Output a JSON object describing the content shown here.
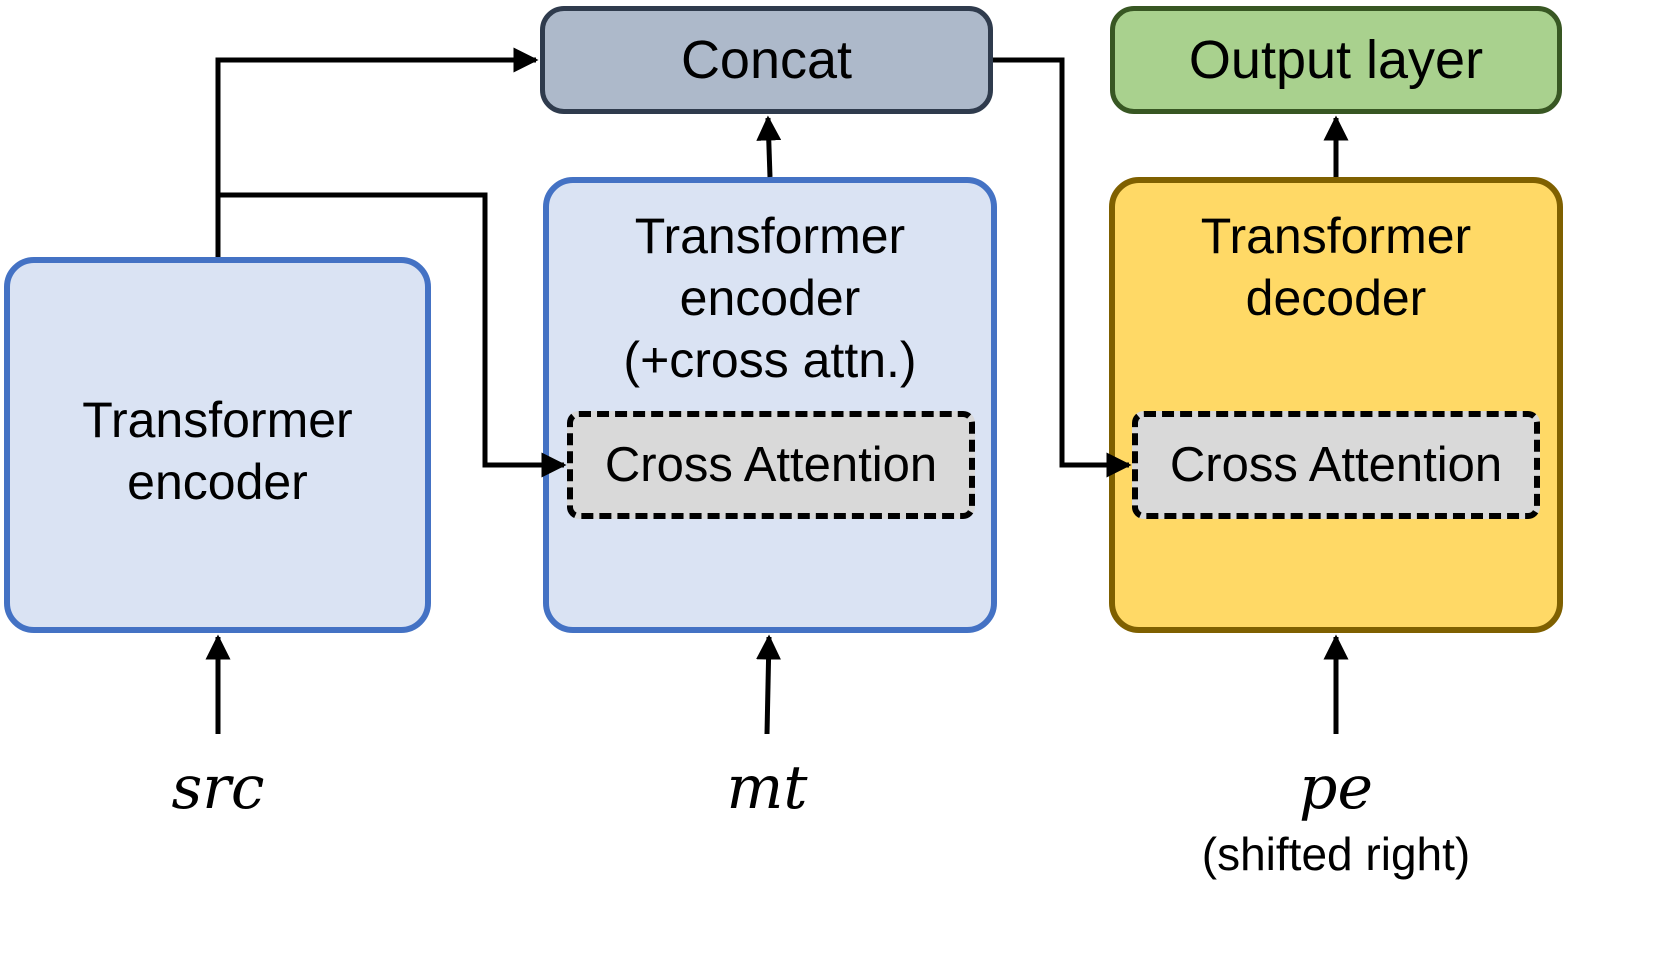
{
  "colors": {
    "encoder_fill": "#dae3f3",
    "encoder_border": "#4472c4",
    "concat_fill": "#adb9ca",
    "concat_border": "#2f3b4d",
    "output_fill": "#a9d18e",
    "output_border": "#385723",
    "decoder_fill": "#ffd966",
    "decoder_border": "#7f6000",
    "cross_fill": "#d9d9d9",
    "line": "#000000"
  },
  "blocks": {
    "concat": "Concat",
    "output_layer": "Output layer",
    "src_encoder": "Transformer\nencoder",
    "mt_encoder": "Transformer\nencoder\n(+cross attn.)",
    "decoder": "Transformer\ndecoder",
    "mt_cross_attention": "Cross Attention",
    "pe_cross_attention": "Cross Attention"
  },
  "inputs": {
    "src": "src",
    "mt": "mt",
    "pe": "pe",
    "pe_note": "(shifted right)"
  }
}
